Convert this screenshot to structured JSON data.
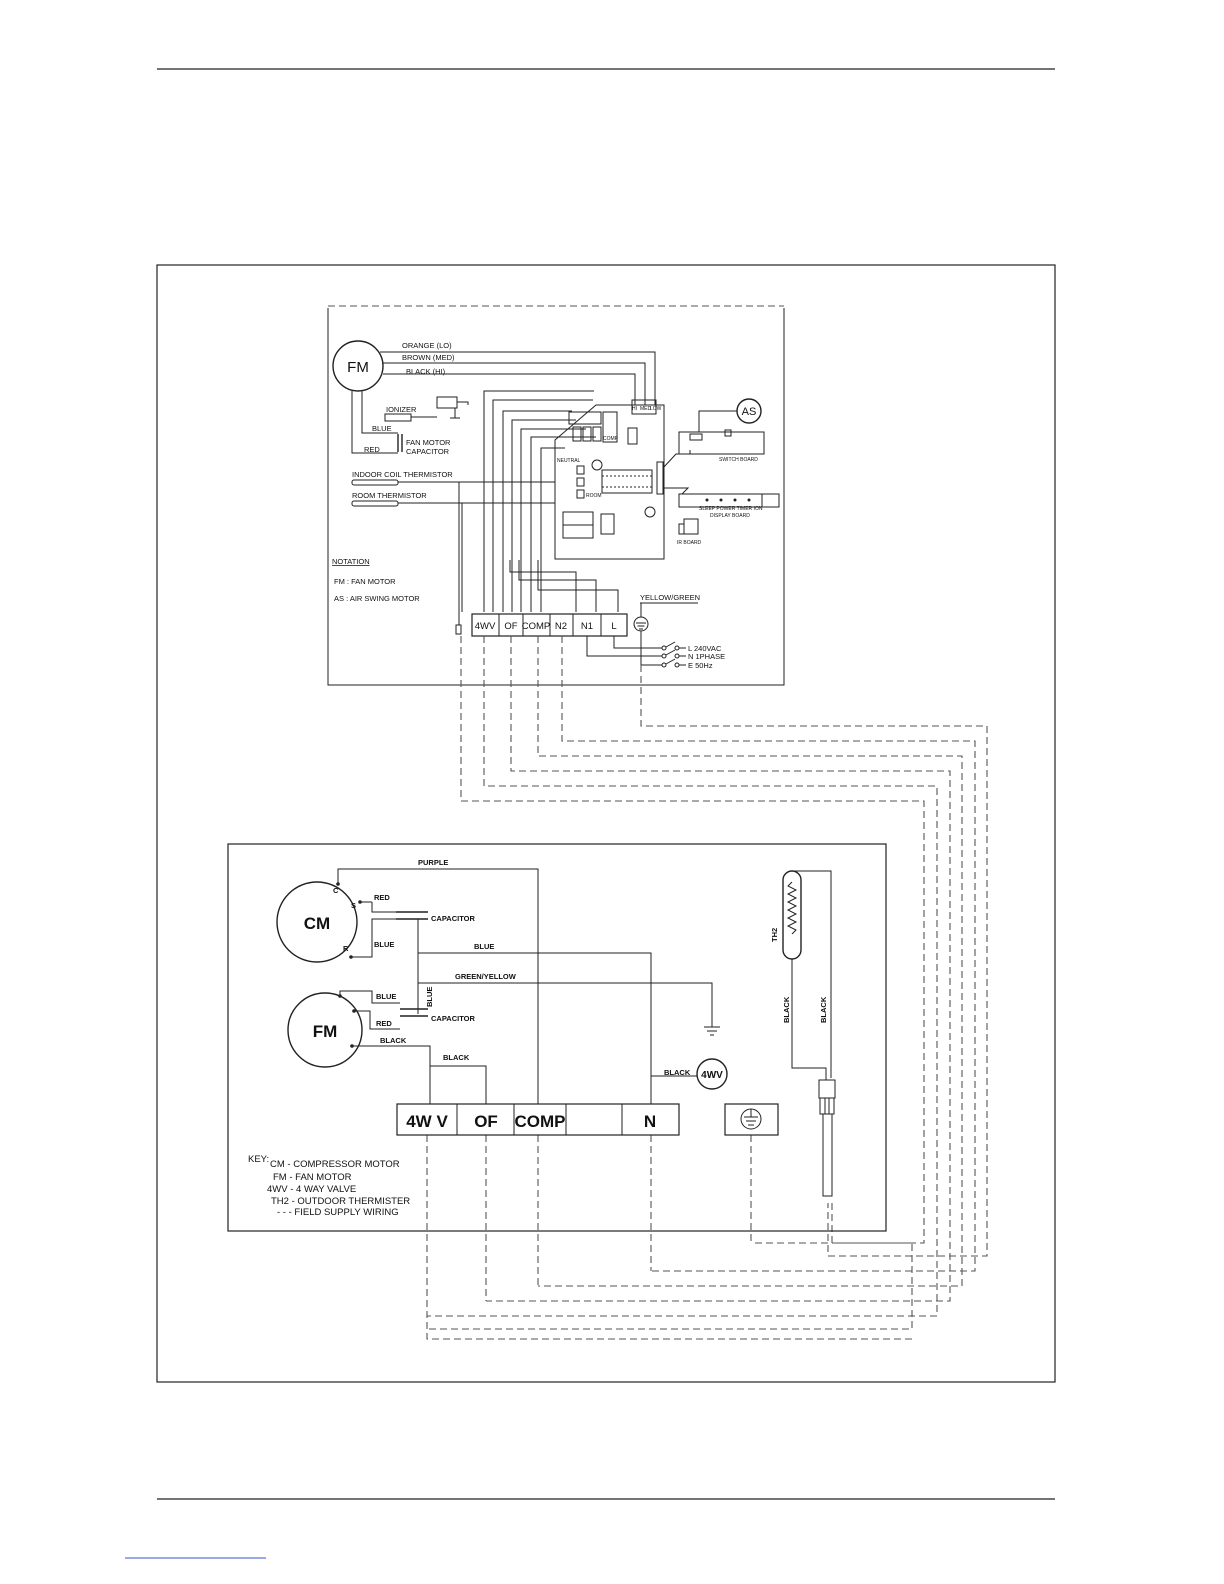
{
  "indoor": {
    "motor_label": "FM",
    "swing_label": "AS",
    "wires": {
      "orange": "ORANGE (LO)",
      "brown": "BROWN (MED)",
      "black": "BLACK (HI)",
      "blue": "BLUE",
      "red": "RED"
    },
    "ionizer": "IONIZER",
    "fan_cap_1": "FAN MOTOR",
    "fan_cap_2": "CAPACITOR",
    "coil_thermistor": "INDOOR COIL THERMISTOR",
    "room_thermistor": "ROOM THERMISTOR",
    "notation_title": "NOTATION",
    "notation_fm": "FM :   FAN MOTOR",
    "notation_as": "AS :   AIR SWING MOTOR",
    "ground_wire": "YELLOW/GREEN",
    "terminals": [
      "4WV",
      "OF",
      "COMP",
      "N2",
      "N1",
      "L"
    ],
    "supply": [
      "L  240VAC",
      "N  1PHASE",
      "E  50Hz"
    ],
    "pcb": {
      "relay_hi": "HI",
      "relay_med": "MED",
      "relay_low": "LOW",
      "neutral": "NEUTRAL",
      "comp": "COMP",
      "room": "ROOM",
      "switch_board": "SWITCH BOARD",
      "display_board": "DISPLAY BOARD",
      "ir_board": "IR BOARD",
      "display_keys": "SLEEP   POWER  TIMER   ION"
    }
  },
  "outdoor": {
    "compressor": "CM",
    "fan": "FM",
    "pin_c": "C",
    "pin_s": "S",
    "pin_r": "R",
    "purple": "PURPLE",
    "red": "RED",
    "capacitor": "CAPACITOR",
    "blue": "BLUE",
    "green_yellow": "GREEN/YELLOW",
    "black": "BLACK",
    "valve": "4WV",
    "th2": "TH2",
    "terminals": [
      "4W V",
      "OF",
      "COMP",
      "",
      "N"
    ],
    "key_title": "KEY:",
    "key_lines": [
      "CM  -  COMPRESSOR MOTOR",
      "FM  -  FAN MOTOR",
      "4WV  -  4 WAY VALVE",
      "TH2  -  OUTDOOR THERMISTER",
      "- - -  FIELD SUPPLY WIRING"
    ]
  }
}
